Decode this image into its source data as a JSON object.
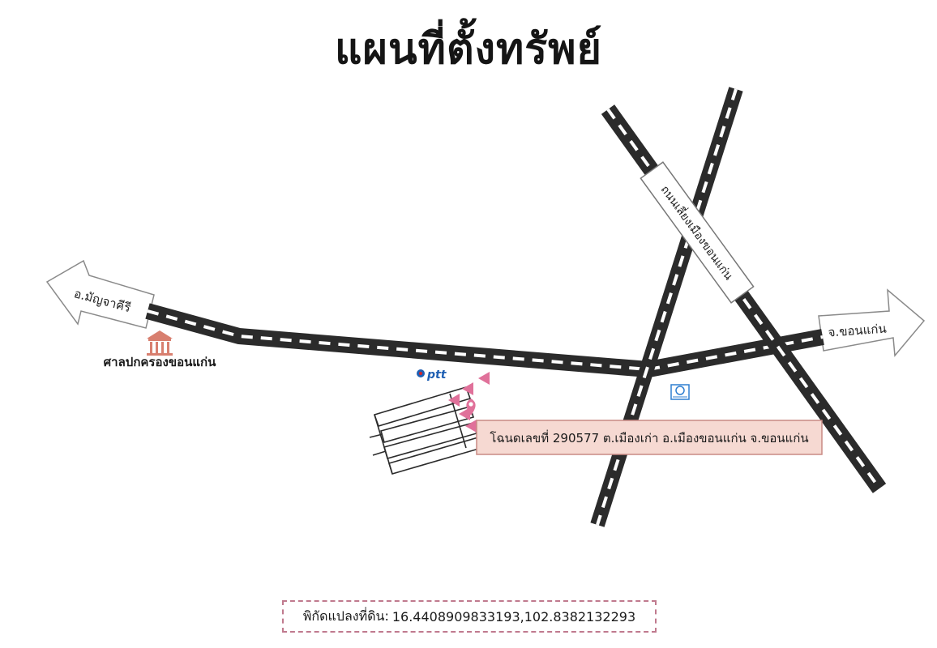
{
  "title": "แผนที่ตั้งทรัพย์",
  "labels": {
    "west_arrow": "อ.มัญจาคีรี",
    "east_arrow": "จ.ขอนแก่น",
    "bypass_road": "ถนนเลี่ยงเมืองขอนแก่น",
    "district_office": "ศาลปกครองขอนแก่น",
    "ptt_logo": "ptt",
    "deed_label": "โฉนดเลขที่ 290577 ต.เมืองเก่า อ.เมืองขอนแก่น จ.ขอนแก่น"
  },
  "coordinates": {
    "label": "พิกัดแปลงที่ดิน:",
    "value": "16.4408909833193,102.8382132293"
  },
  "colors": {
    "road": "#2b2b2b",
    "road_dash": "#ffffff",
    "deed_fill": "#f6d9d2",
    "deed_border": "#c98a84",
    "pin": "#e0719a",
    "office_icon": "#d87f6f",
    "ptt_blue": "#1e5fb3",
    "ptt_red": "#d3262a"
  },
  "icons": [
    "government-building-icon",
    "ptt-logo-icon",
    "location-pin-icon",
    "gas-station-icon",
    "direction-arrow-icon"
  ]
}
